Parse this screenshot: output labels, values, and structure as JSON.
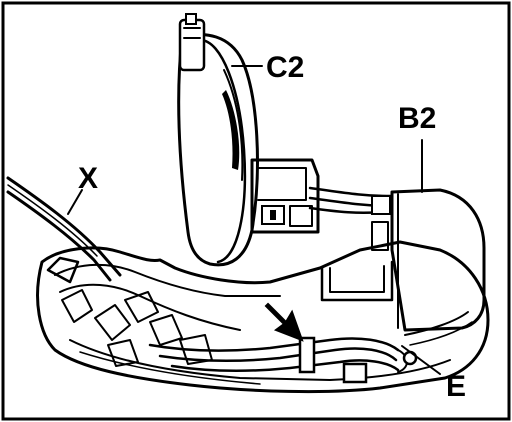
{
  "labels": {
    "c2": "C2",
    "b2": "B2",
    "x": "X",
    "e": "E"
  },
  "colors": {
    "ink": "#000000",
    "paper": "#ffffff"
  }
}
